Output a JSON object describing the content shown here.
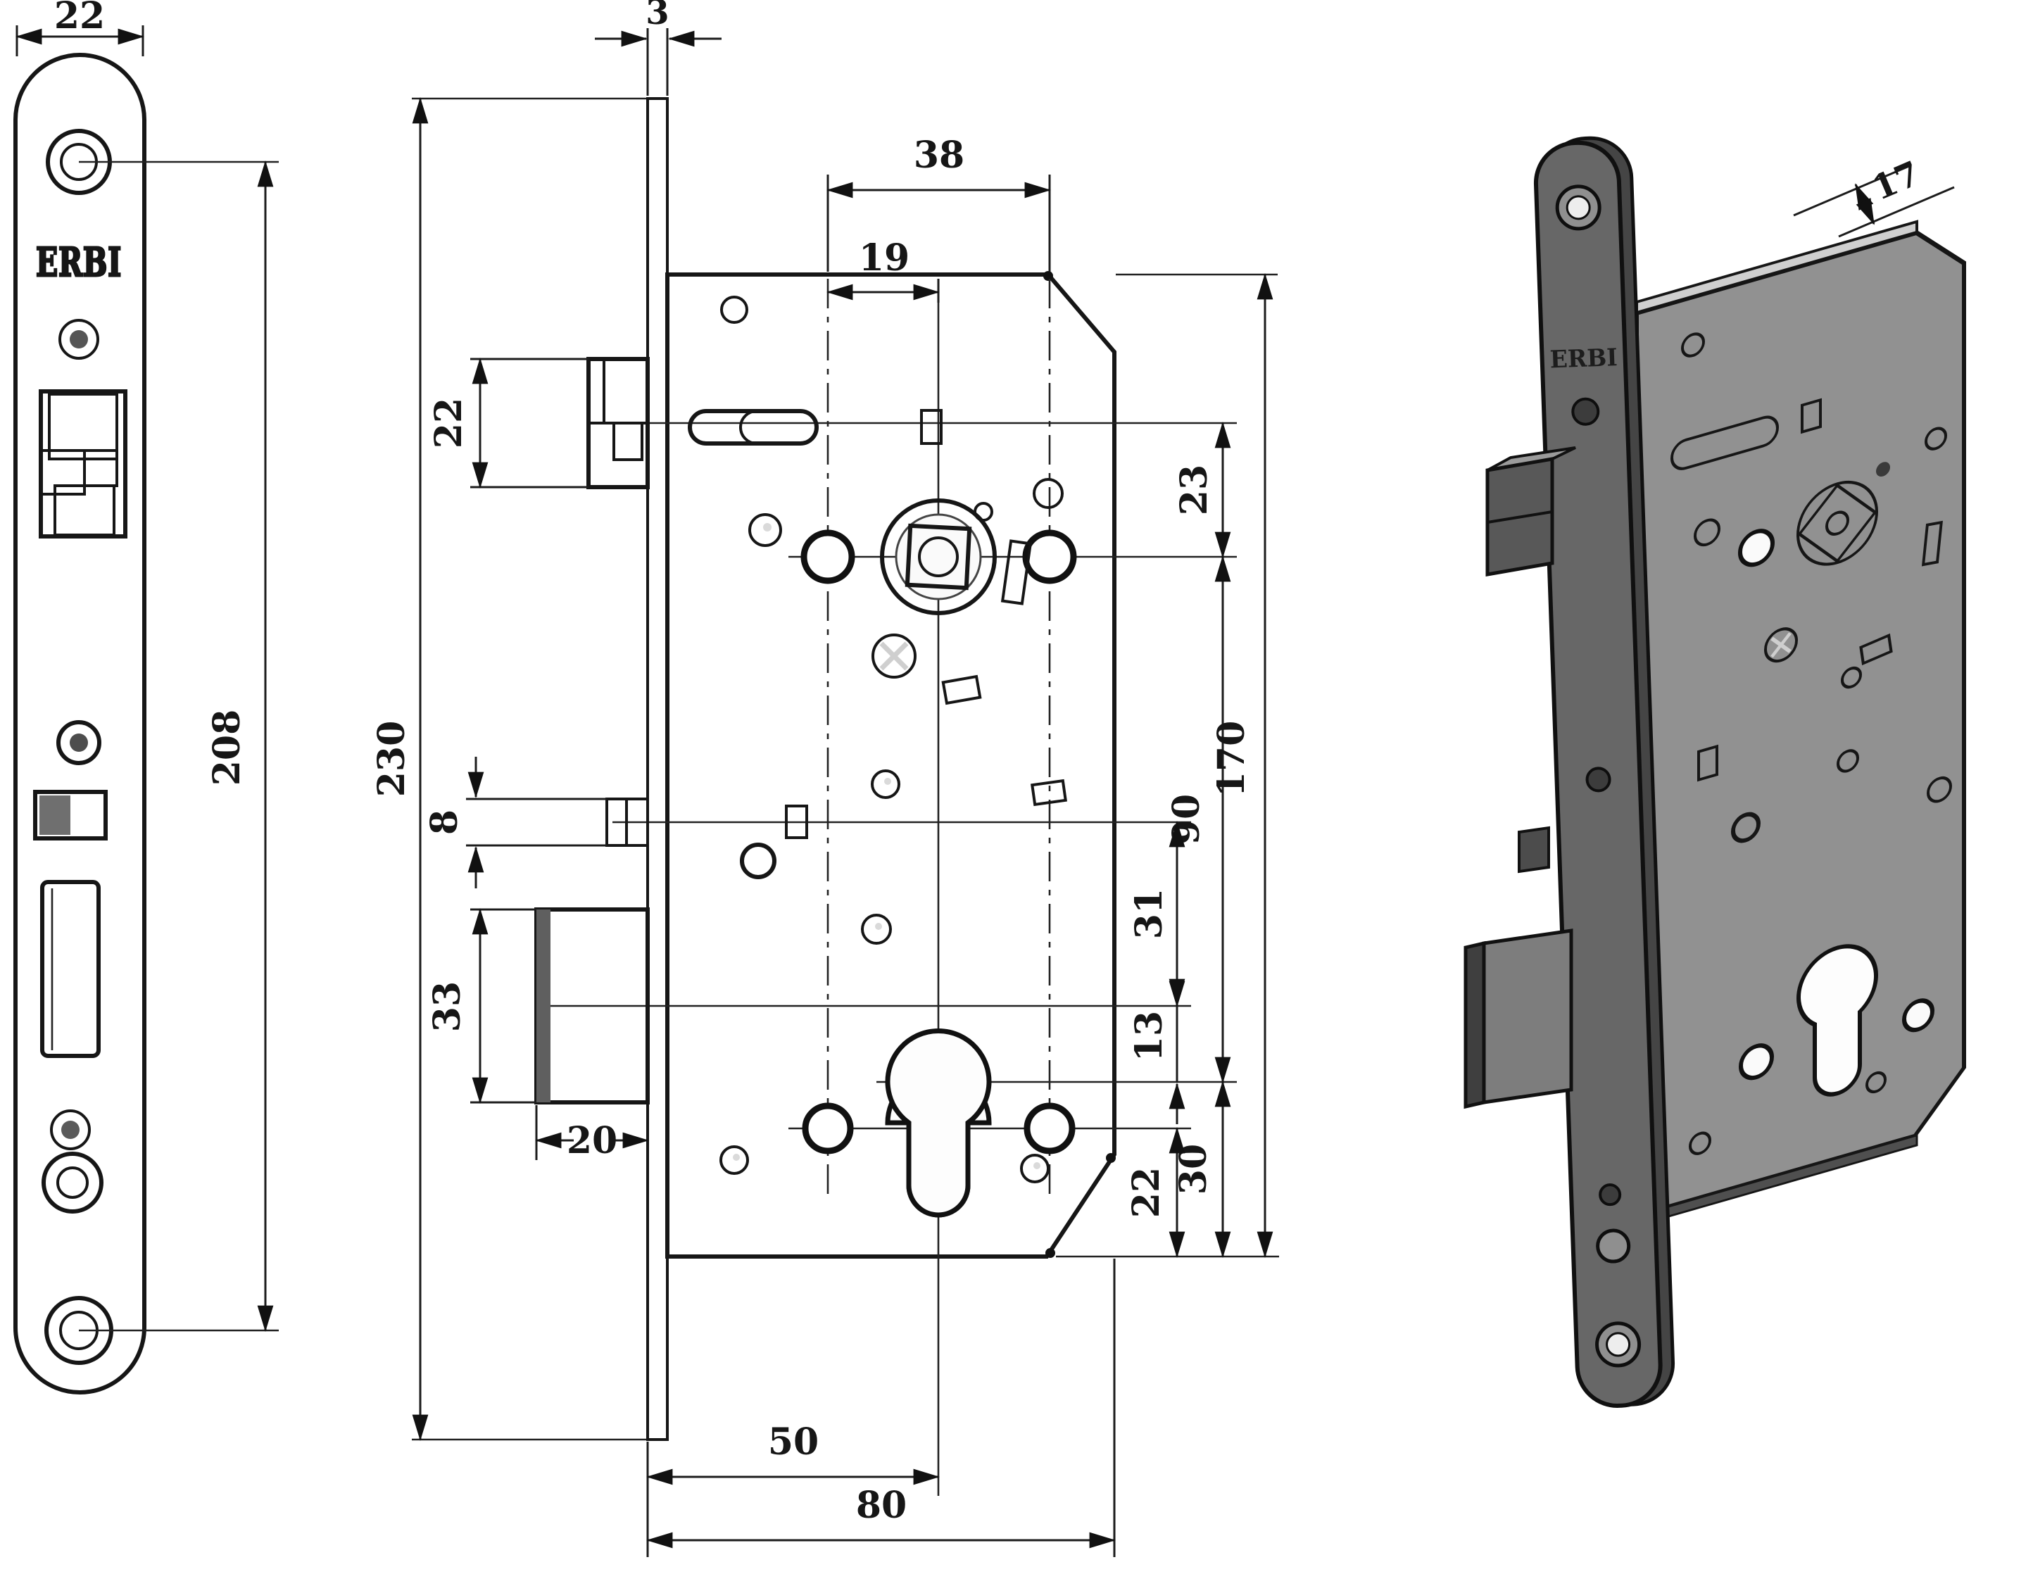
{
  "title": "ERBI mortise lock technical drawing",
  "brand": "ERBI",
  "front_view": {
    "plate_width": "22",
    "screw_spacing": "208"
  },
  "side_view": {
    "plate_thickness": "3",
    "plate_length": "230",
    "latch_height": "22",
    "aux_bolt_height": "8",
    "deadbolt_height": "33",
    "deadbolt_throw": "20",
    "follower_hole_span": "38",
    "follower_hole_offset": "19",
    "latch_to_follower": "23",
    "follower_to_cylinder": "90",
    "case_height": "170",
    "aux_to_deadbolt": "31",
    "deadbolt_to_cylinder": "13",
    "cylinder_to_bottom": "30",
    "bottom_holes_to_edge": "22",
    "backset": "50",
    "case_depth": "80"
  },
  "iso_view": {
    "edge_dim": "17",
    "brand": "ERBI"
  }
}
